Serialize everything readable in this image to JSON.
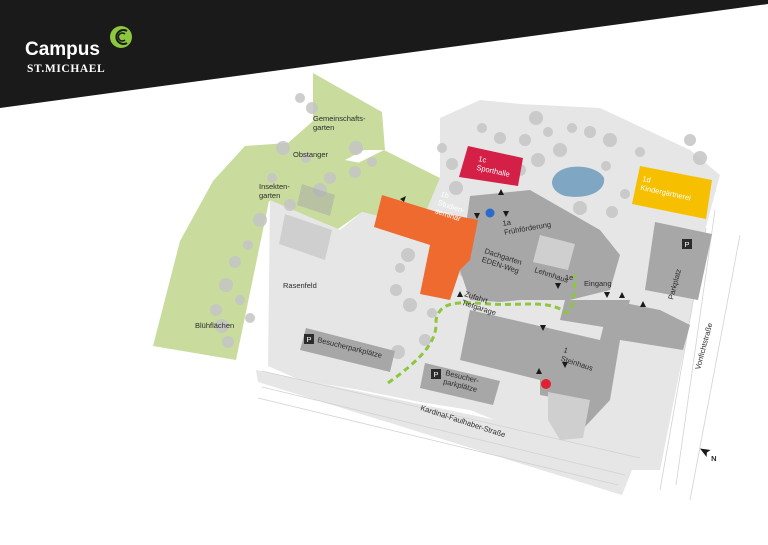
{
  "header": {
    "logo_title": "Campus",
    "logo_subtitle": "ST.MICHAEL",
    "logo_icon": "c-swirl-icon",
    "brand_color": "#8dc63f"
  },
  "colors": {
    "banner": "#1a1a1a",
    "green_area": "#c9dc9e",
    "ground": "#e6e6e6",
    "building": "#a7a7a7",
    "studienseminar": "#ef6a2e",
    "sporthalle": "#d41f46",
    "kindergaertnerei": "#f6c000",
    "pond": "#7fa7c3",
    "path": "#8dc63f"
  },
  "labels": {
    "gemeinschaftsgarten": "Gemeinschafts-\ngarten",
    "obstanger": "Obstanger",
    "insektengarten": "Insekten-\ngarten",
    "rasenfeld": "Rasenfeld",
    "bluehflaechen": "Blühflächen",
    "sporthalle": "1c\nSporthalle",
    "studienseminar": "1b\nStudien-\nseminar",
    "fruehfoerderung": "1a\nFrühförderung",
    "dachgarten": "Dachgarten\nEDEN-Weg",
    "lehmhaus": "Lehmhaus",
    "haus_1e": "1e",
    "eingang": "Eingang",
    "kindergaertnerei": "1d\nKindergärtnerei",
    "parkplatz": "Parkplatz",
    "zufahrt": "Zufahrt\nTiefgarage",
    "besucherparkplaetze_1": "Besucherparkplätze",
    "besucherparkplaetze_2": "Besucher-\nparkplätze",
    "steinhaus": "1\nSteinhaus",
    "vonfichtstrasse": "Vonfichtstraße",
    "kardinal": "Kardinal-Faulhaber-Straße",
    "north": "N",
    "parking_symbol": "P"
  }
}
